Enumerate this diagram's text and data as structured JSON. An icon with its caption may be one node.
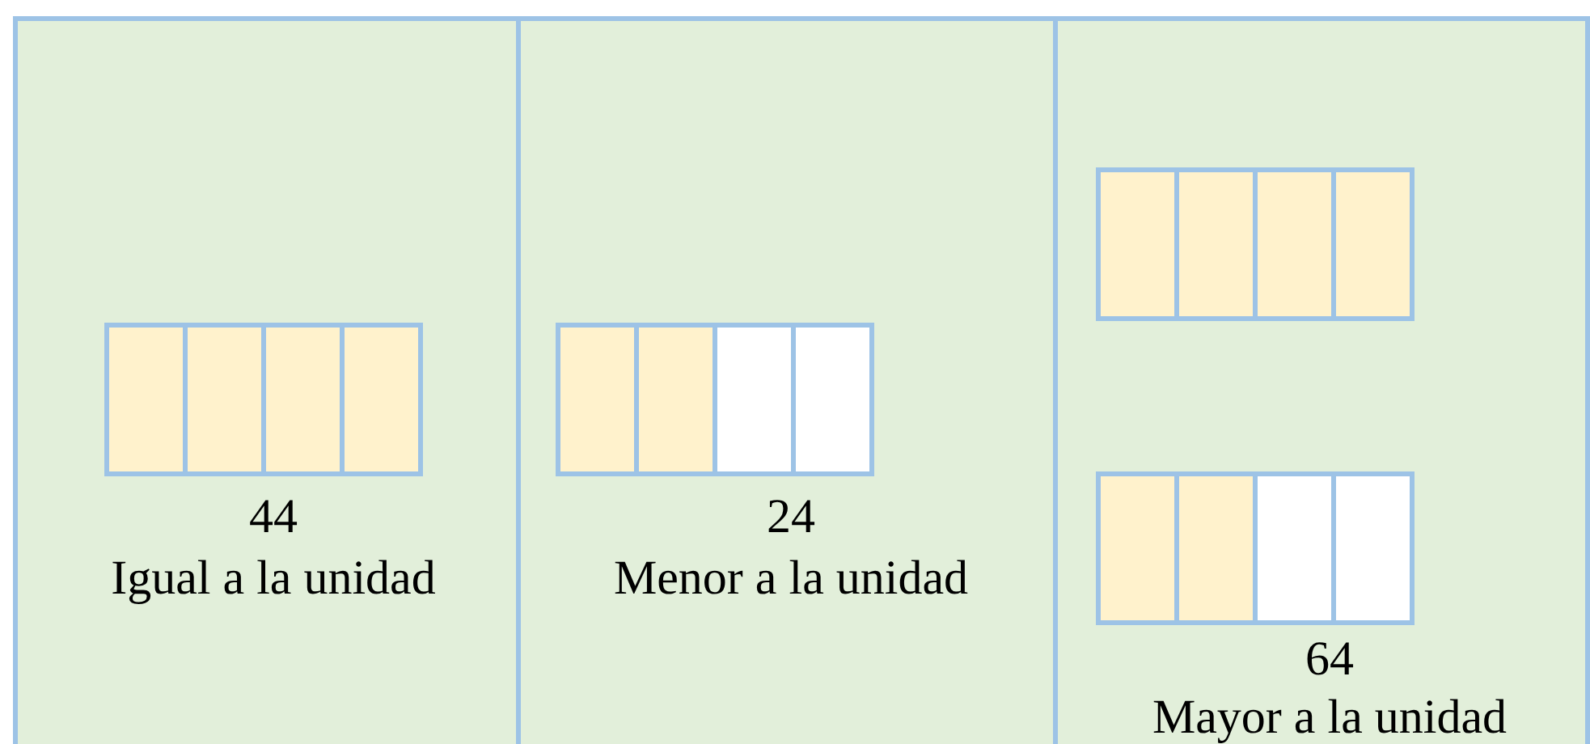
{
  "diagram": {
    "nodes": [
      {
        "text": [
          "44",
          "Igual a la unidad"
        ]
      },
      {
        "text": [
          "24",
          "Menor a la unidad"
        ]
      },
      {
        "text": [
          "64",
          "Mayor a la unidad"
        ]
      }
    ]
  }
}
